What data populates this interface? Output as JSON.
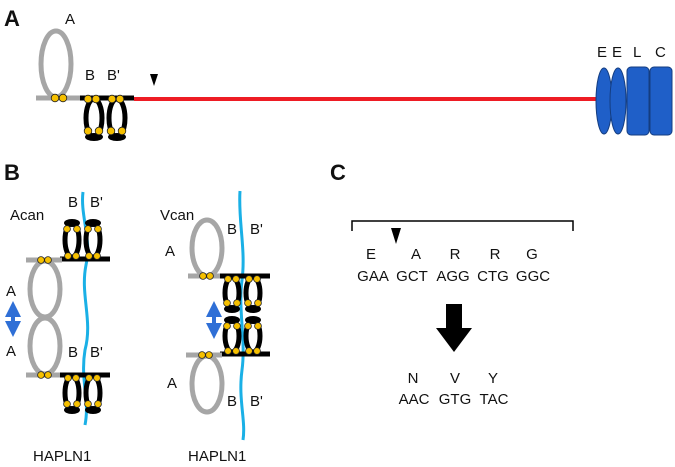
{
  "panels": {
    "a": "A",
    "b": "B",
    "c": "C"
  },
  "panel_a": {
    "loop_a": "A",
    "loop_b": "B",
    "loop_b_prime": "B'",
    "domain_e1": "E",
    "domain_e2": "E",
    "domain_l": "L",
    "domain_c": "C"
  },
  "panel_b": {
    "acan": {
      "name": "Acan",
      "top_b": "B",
      "top_b_prime": "B'",
      "a_upper": "A",
      "a_lower": "A",
      "bottom_b": "B",
      "bottom_b_prime": "B'",
      "caption": "HAPLN1"
    },
    "vcan": {
      "name": "Vcan",
      "top_b": "B",
      "top_b_prime": "B'",
      "a_upper": "A",
      "a_lower": "A",
      "bottom_b": "B",
      "bottom_b_prime": "B'",
      "caption": "HAPLN1"
    }
  },
  "panel_c": {
    "aa_top": [
      "E",
      "A",
      "R",
      "R",
      "G"
    ],
    "codons_top": [
      "GAA",
      "GCT",
      "AGG",
      "CTG",
      "GGC"
    ],
    "aa_bottom": [
      "N",
      "V",
      "Y"
    ],
    "codons_bottom": [
      "AAC",
      "GTG",
      "TAC"
    ]
  },
  "colors": {
    "core_protein": "#ee1c24",
    "domain_blue": "#1f5fc8",
    "hapln_strand": "#1ab0e6",
    "loop_gray": "#a6a6a6",
    "link_black": "#000000",
    "disulfide_yellow": "#f6c000",
    "arrow_blue": "#2f6fd6"
  }
}
